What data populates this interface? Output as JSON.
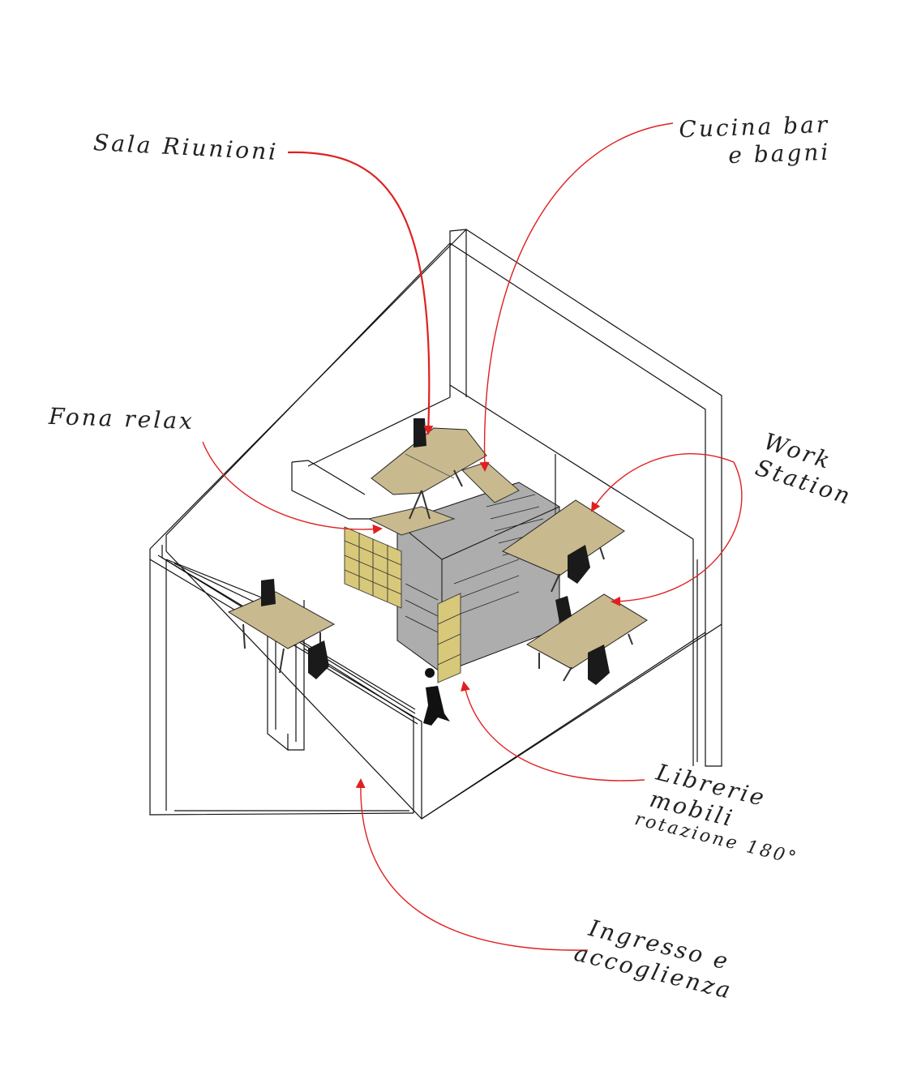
{
  "labels": {
    "sala": "Sala Riunioni",
    "cucina_1": "Cucina bar",
    "cucina_2": "e bagni",
    "fona": "Fona relax",
    "work_1": "Work",
    "work_2": "Station",
    "librerie_1": "Librerie",
    "librerie_2": "mobili",
    "librerie_3": "rotazione 180°",
    "ingresso_1": "Ingresso e",
    "ingresso_2": "accoglienza"
  },
  "colors": {
    "line": "#111111",
    "arrow": "#e02020",
    "wood": "#c9b98e",
    "shelf": "#d8c87a",
    "glass": "#6a6a6a",
    "chair": "#1a1a1a"
  }
}
